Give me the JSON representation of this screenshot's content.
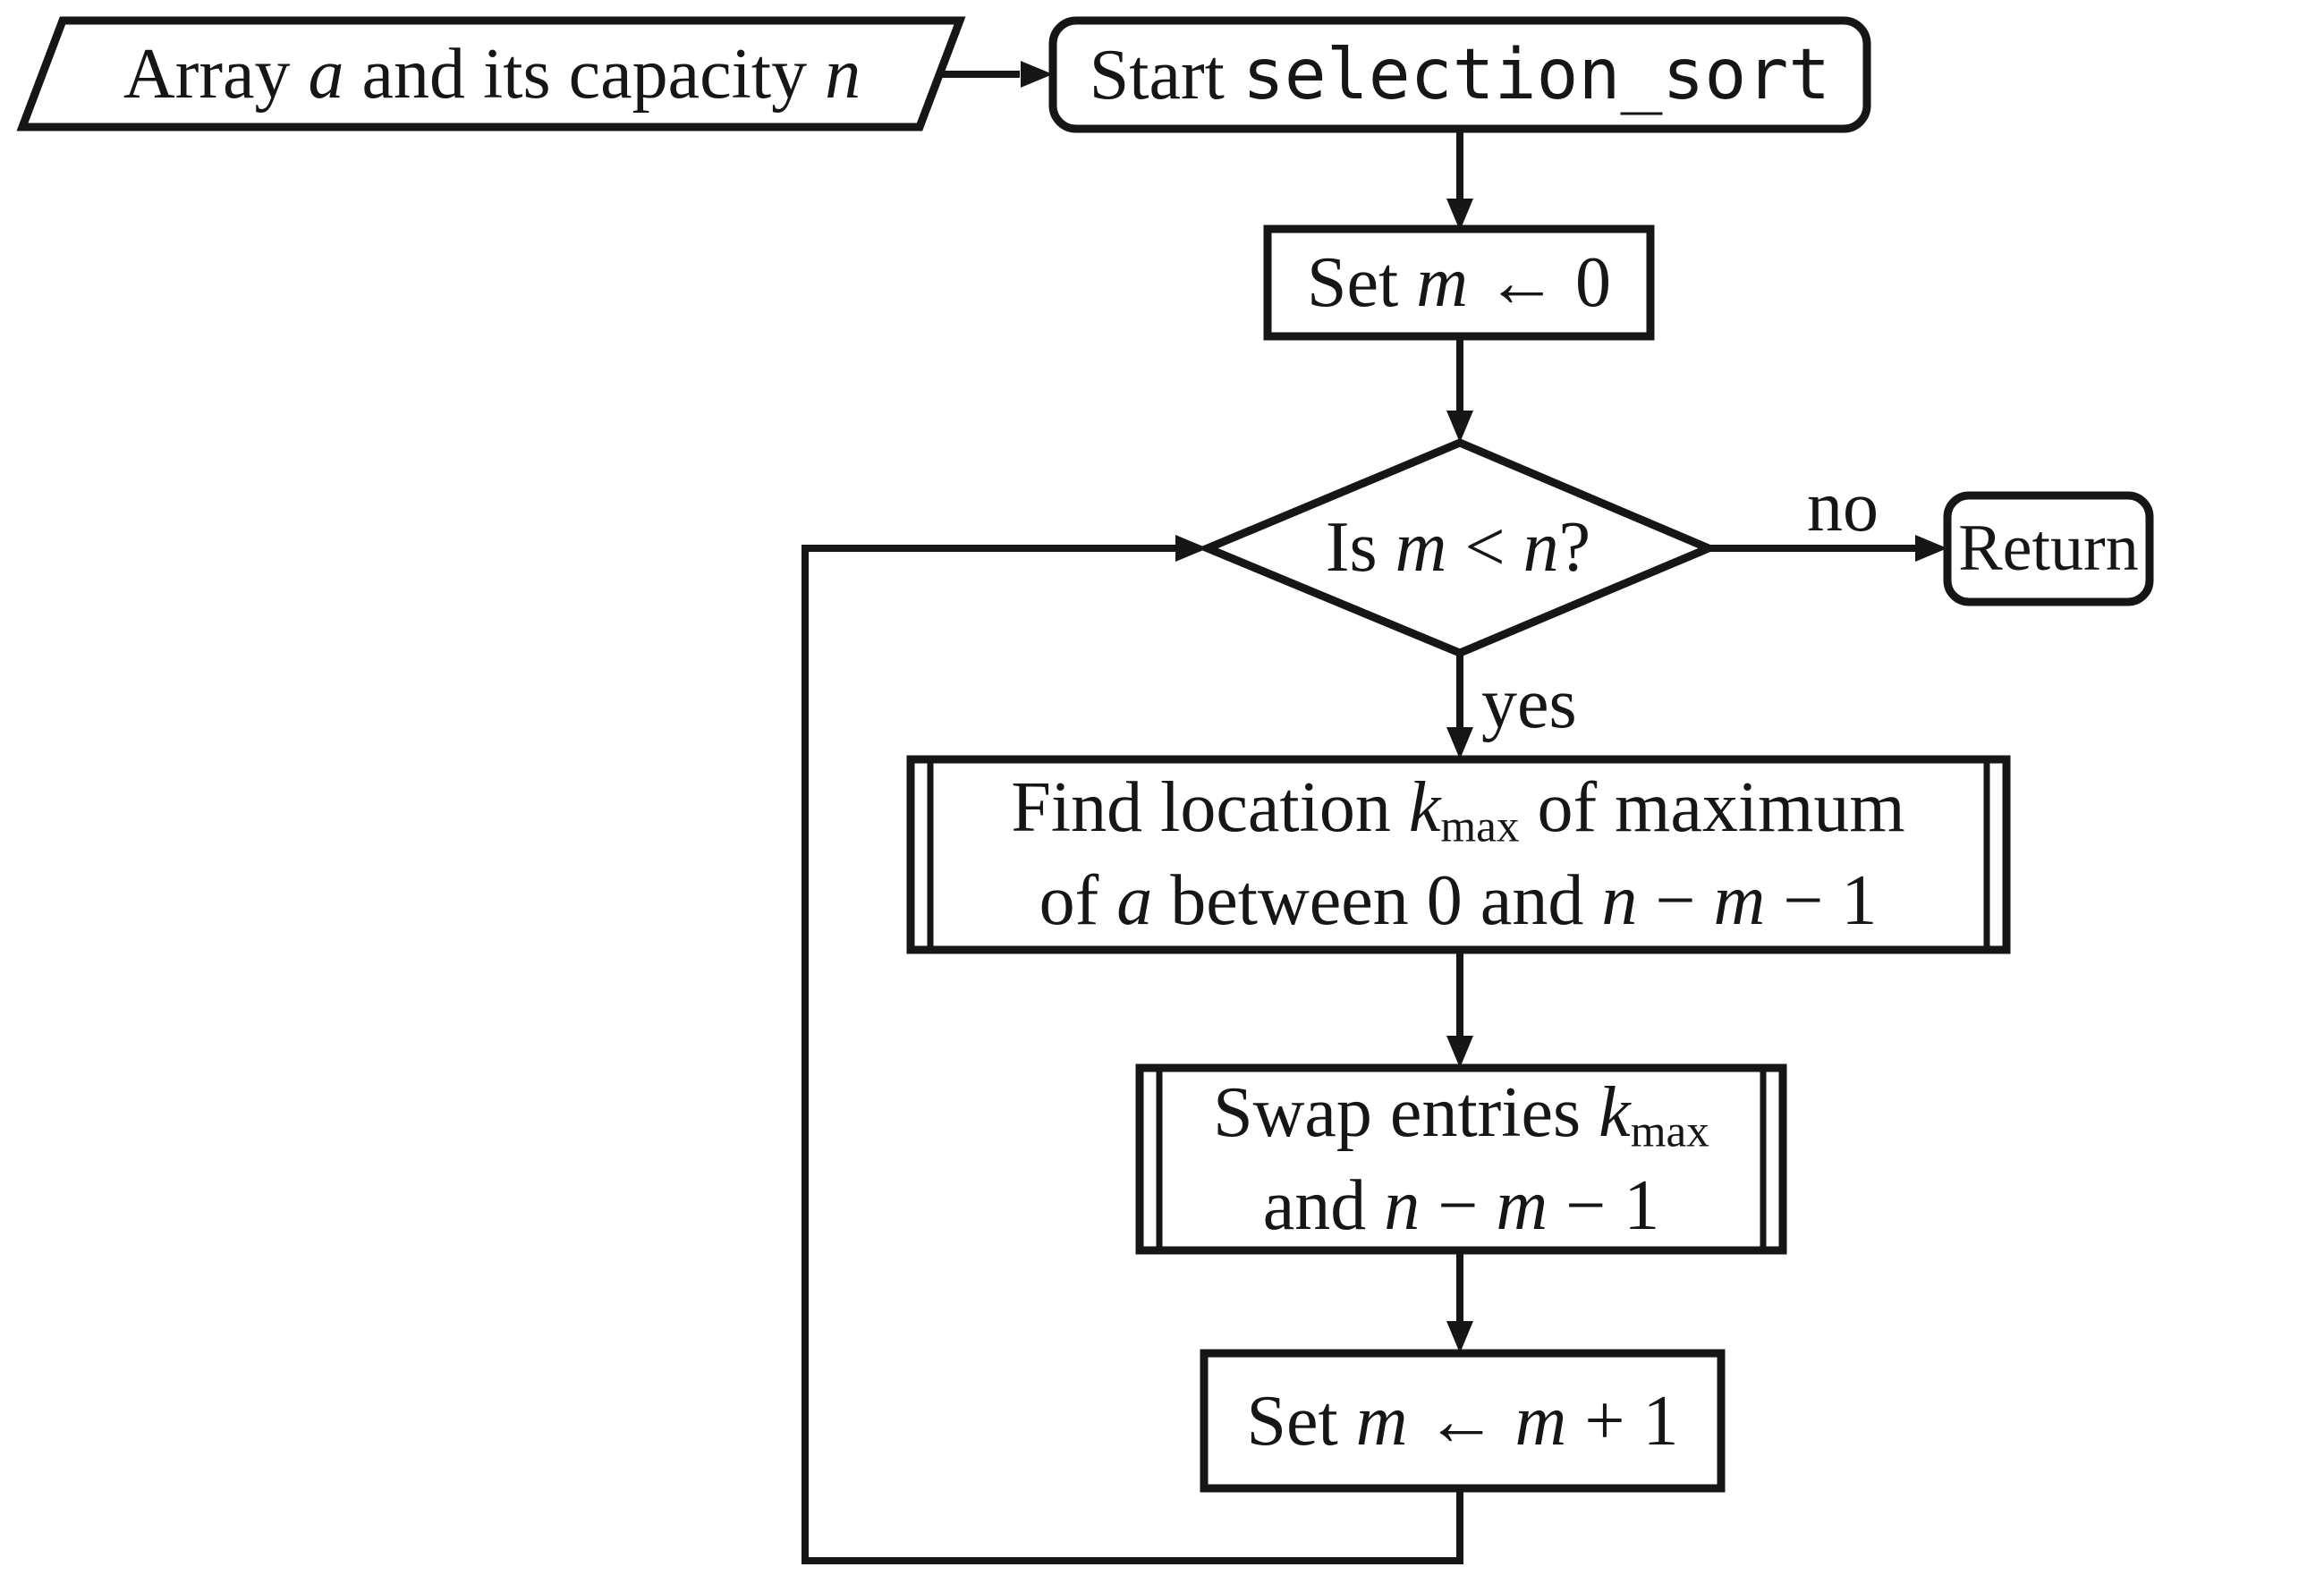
{
  "page": {
    "background": "#ffffff",
    "ink": "#161616",
    "figure": "Flowchart of the selection_sort algorithm"
  },
  "nodes": {
    "input": {
      "shape": "parallelogram",
      "seg": [
        "Array ",
        "a",
        " and its capacity ",
        "n"
      ]
    },
    "start": {
      "shape": "terminator",
      "seg": [
        "Start ",
        "selection_sort"
      ]
    },
    "init": {
      "shape": "process",
      "seg": [
        "Set ",
        "m",
        " ← 0"
      ]
    },
    "decision": {
      "shape": "decision",
      "seg": [
        "Is ",
        "m",
        " < ",
        "n",
        "?"
      ]
    },
    "return": {
      "shape": "terminator",
      "label": "Return"
    },
    "find": {
      "shape": "subroutine",
      "line1": [
        "Find location ",
        "k",
        "max",
        " of maximum"
      ],
      "line2": [
        "of ",
        "a",
        " between 0 and ",
        "n",
        " − ",
        "m",
        " − 1"
      ]
    },
    "swap": {
      "shape": "subroutine",
      "line1": [
        "Swap entries ",
        "k",
        "max"
      ],
      "line2": [
        "and ",
        "n",
        " − ",
        "m",
        " − 1"
      ]
    },
    "increment": {
      "shape": "process",
      "seg": [
        "Set ",
        "m",
        " ← ",
        "m",
        " + 1"
      ]
    }
  },
  "edges": {
    "no": "no",
    "yes": "yes"
  }
}
